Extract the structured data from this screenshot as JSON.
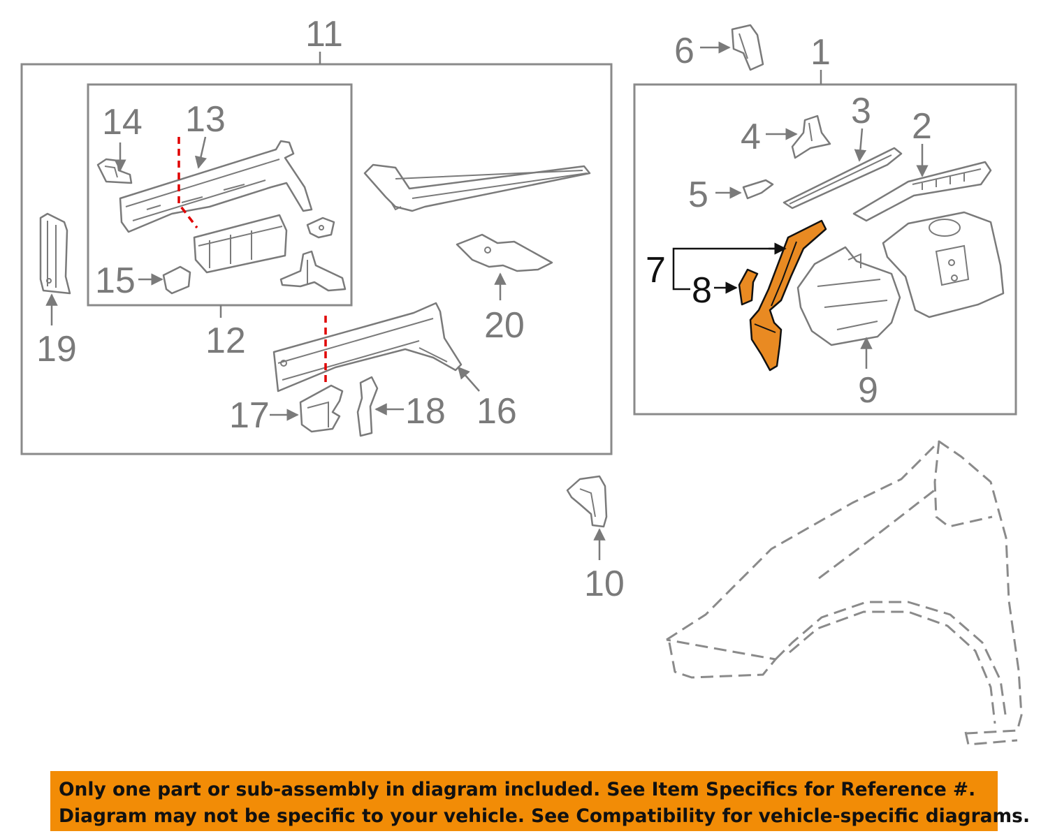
{
  "callouts": {
    "c1": "1",
    "c2": "2",
    "c3": "3",
    "c4": "4",
    "c5": "5",
    "c6": "6",
    "c7": "7",
    "c8": "8",
    "c9": "9",
    "c10": "10",
    "c11": "11",
    "c12": "12",
    "c13": "13",
    "c14": "14",
    "c15": "15",
    "c16": "16",
    "c17": "17",
    "c18": "18",
    "c19": "19",
    "c20": "20"
  },
  "colors": {
    "highlight": "#e98a22",
    "cut_line": "#e00000",
    "banner": "#f28c06",
    "line_gray": "#7a7a7a"
  },
  "disclaimer": {
    "line1": "Only one part or sub-assembly in diagram included. See Item Specifics for Reference #.",
    "line2": "Diagram may not be specific to your vehicle. See Compatibility for vehicle-specific diagrams."
  }
}
